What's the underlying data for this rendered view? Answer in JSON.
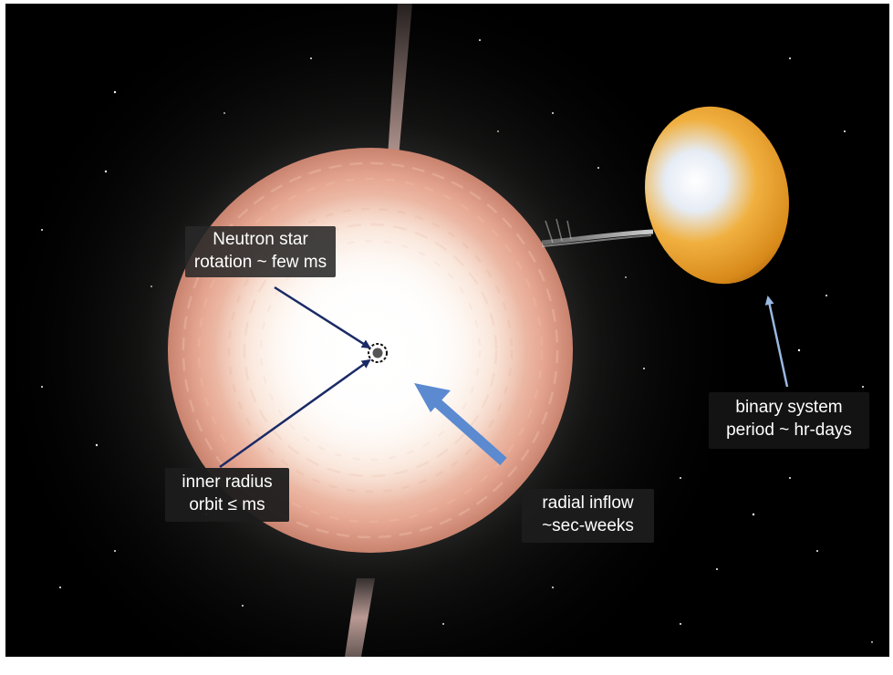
{
  "colors": {
    "background": "#000000",
    "label_bg": "#1e1e1e",
    "arrow_dark": "#1a2a66",
    "arrow_light_blue": "#9ab8e0",
    "arrow_thick_blue": "#5b8ad0",
    "companion_star": "#d88a1a",
    "disk_glow": "#fff4ea",
    "jet": "#f4c8c0"
  },
  "labels": {
    "neutron_star": {
      "line1": "Neutron star",
      "line2": "rotation ~ few ms"
    },
    "inner_radius": {
      "line1": "inner radius",
      "line2": "orbit ≤ ms"
    },
    "radial_inflow": {
      "line1": "radial inflow",
      "line2": "~sec-weeks"
    },
    "binary_system": {
      "line1": "binary system",
      "line2": "period ~ hr-days"
    }
  }
}
